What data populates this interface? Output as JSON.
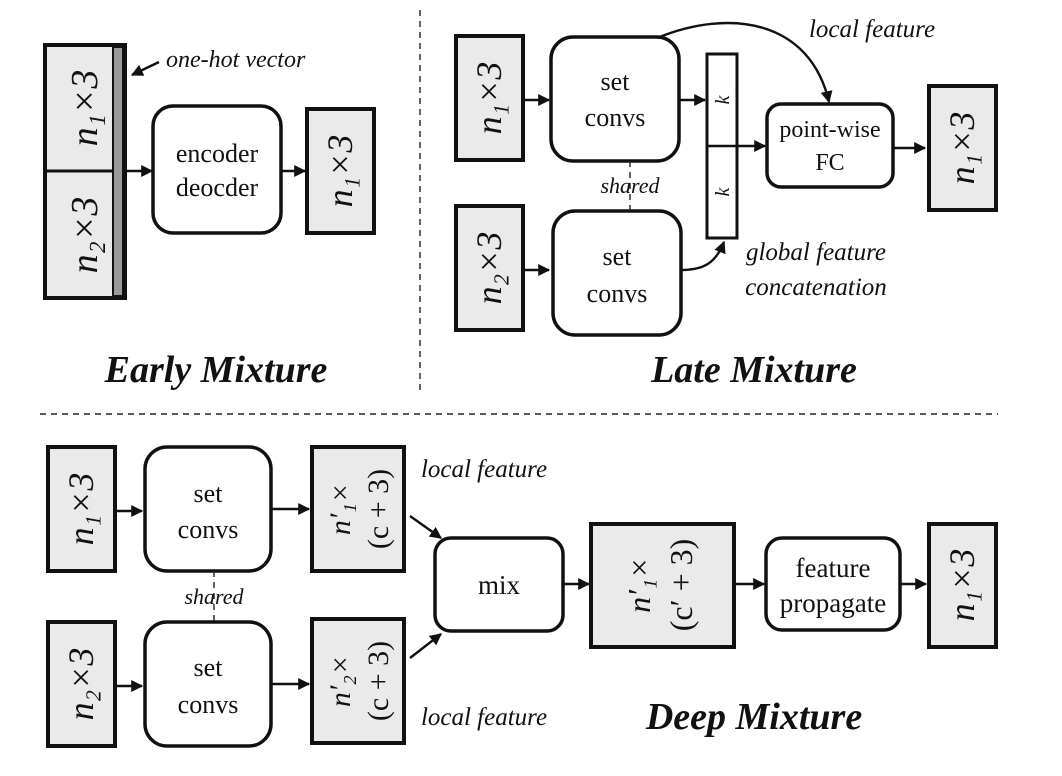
{
  "early": {
    "title": "Early Mixture",
    "in1": "n₁×3",
    "in2": "n₂×3",
    "onehot": "one-hot vector",
    "enc1": "encoder",
    "enc2": "deocder",
    "out": "n₁×3"
  },
  "late": {
    "title": "Late Mixture",
    "in1": "n₁×3",
    "in2": "n₂×3",
    "set1a": "set",
    "set1b": "convs",
    "set2a": "set",
    "set2b": "convs",
    "shared": "shared",
    "k1": "k",
    "k2": "k",
    "local": "local feature",
    "global1": "global feature",
    "global2": "concatenation",
    "fc1": "point-wise",
    "fc2": "FC",
    "out": "n₁×3"
  },
  "deep": {
    "title": "Deep Mixture",
    "in1": "n₁×3",
    "in2": "n₂×3",
    "set1a": "set",
    "set1b": "convs",
    "set2a": "set",
    "set2b": "convs",
    "shared": "shared",
    "f1a": "n′₁×",
    "f1b": "(c + 3)",
    "f2a": "n′₂×",
    "f2b": "(c + 3)",
    "local1": "local feature",
    "local2": "local feature",
    "mix": "mix",
    "m1": "n′₁×",
    "m2": "(c′ + 3)",
    "fp1": "feature",
    "fp2": "propagate",
    "out": "n₁×3"
  }
}
